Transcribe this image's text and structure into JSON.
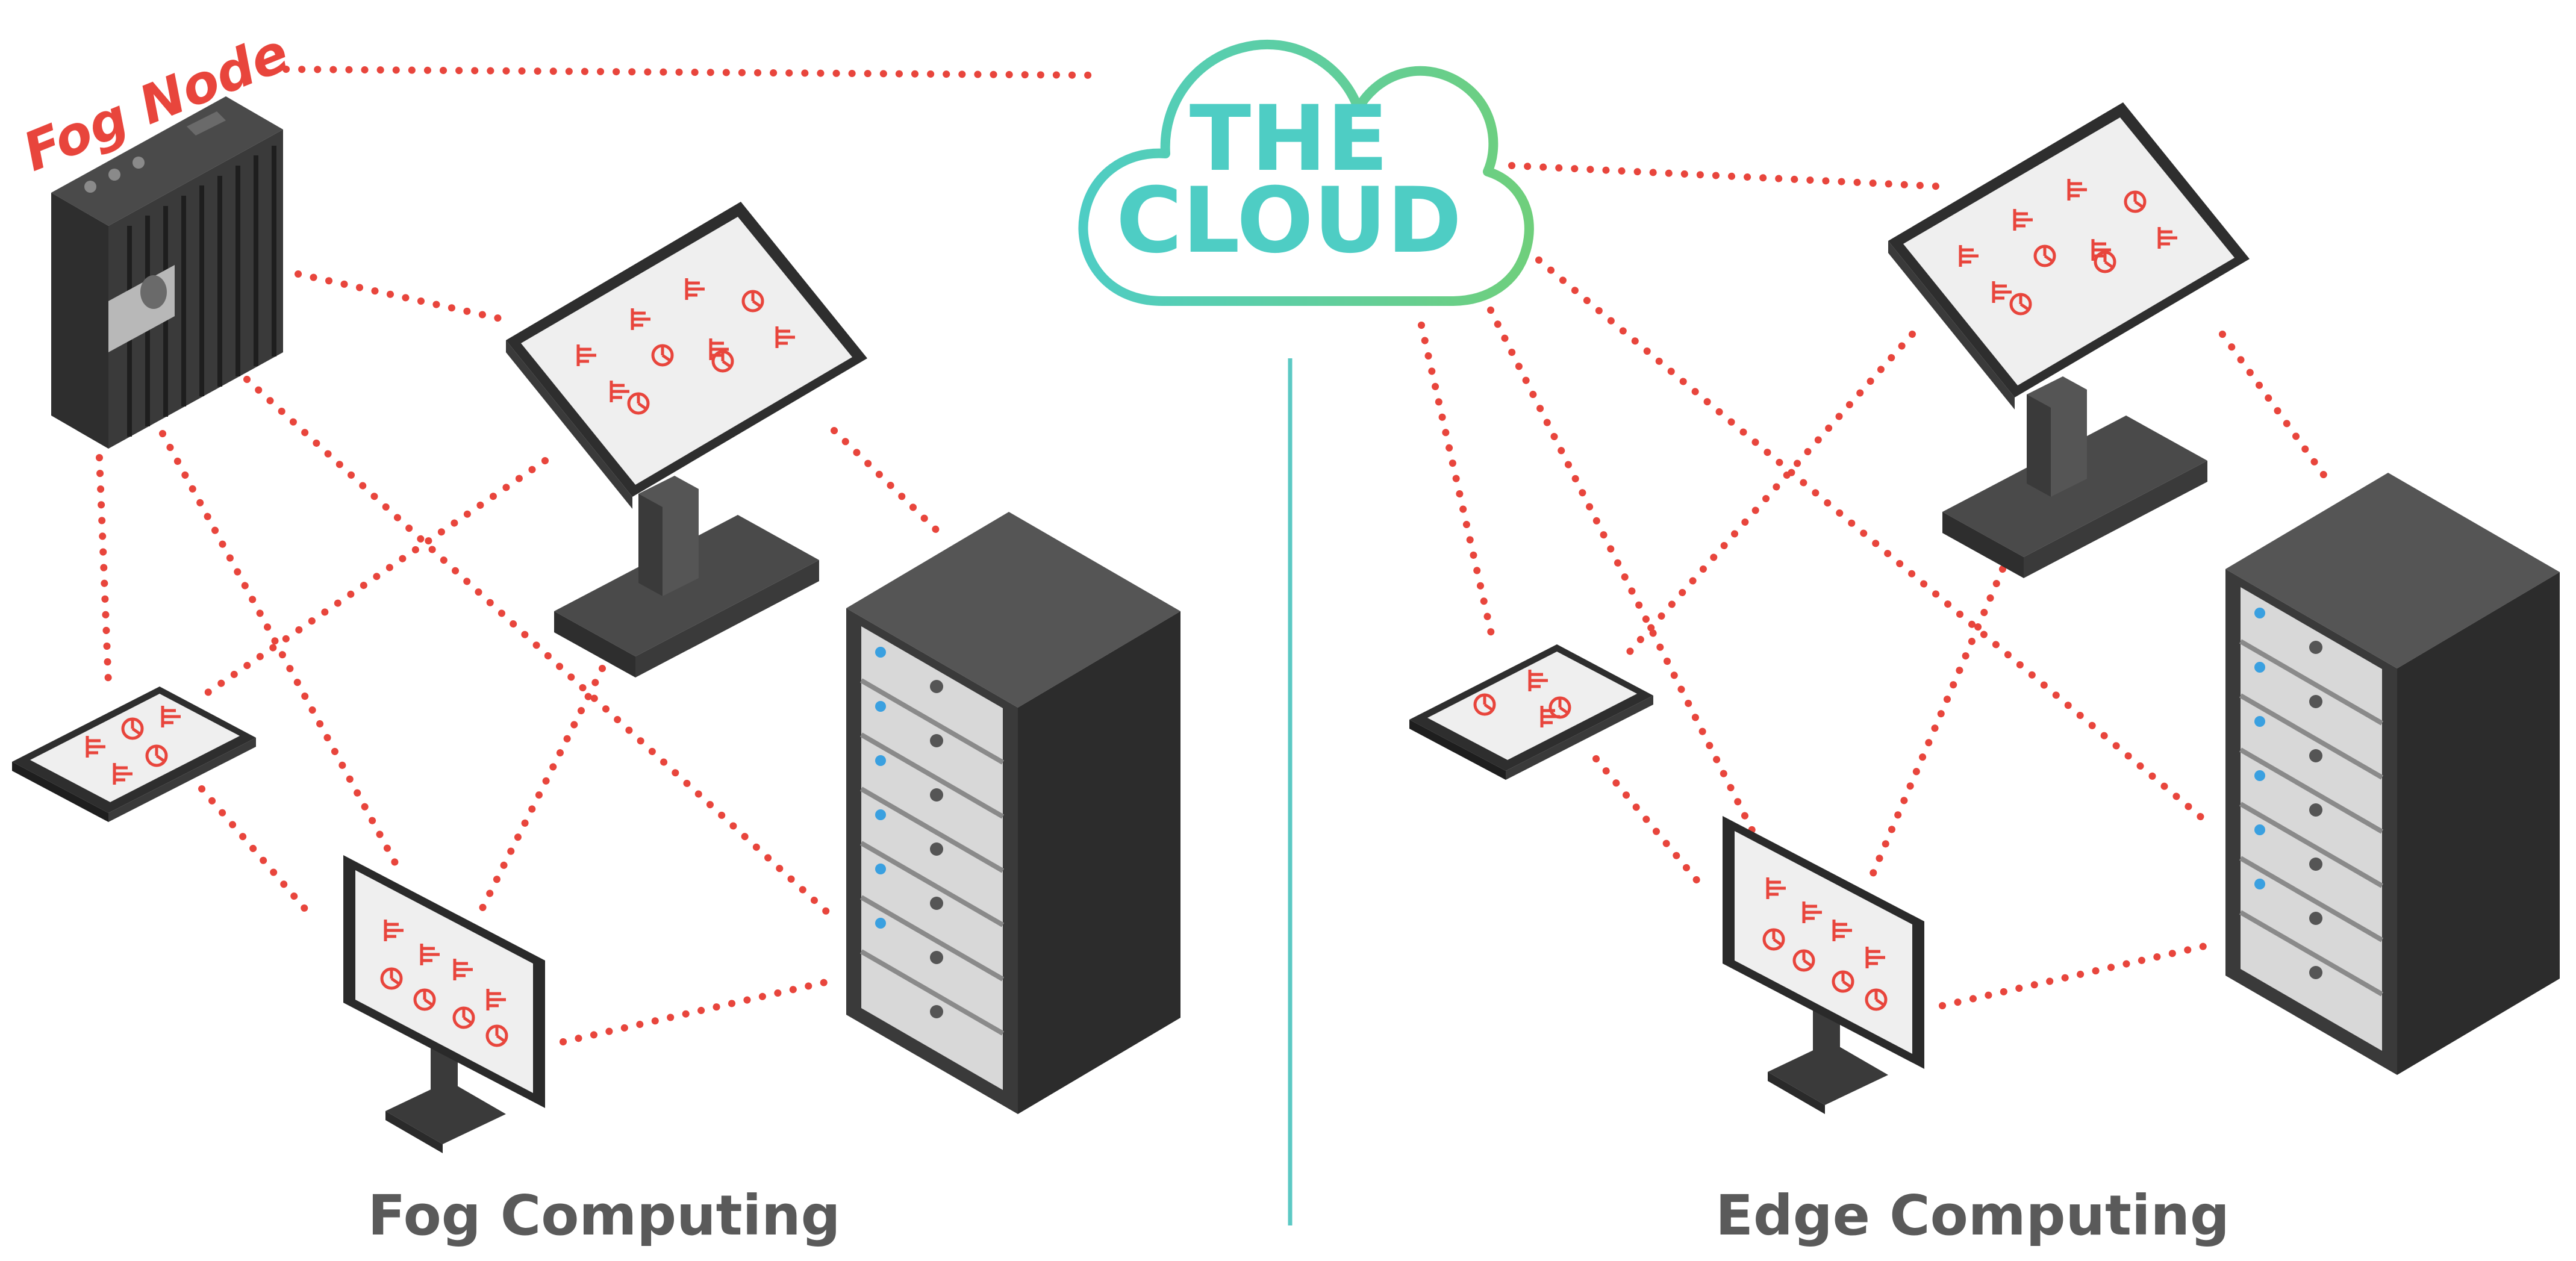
{
  "cloud": {
    "line1": "THE",
    "line2": "CLOUD"
  },
  "fog_node_label": "Fog Node",
  "sections": {
    "left_caption": "Fog Computing",
    "right_caption": "Edge Computing"
  },
  "colors": {
    "link": "#e8453c",
    "cloud_teal": "#4ecdc4",
    "cloud_green": "#6fcf7c",
    "divider": "#5cc9c4",
    "caption": "#5a5a5a",
    "device_dark": "#3a3a3a",
    "device_mid": "#5a5a5a",
    "screen": "#efefef"
  },
  "icons": [
    "cloud-icon",
    "fog-node-icon",
    "kiosk-icon",
    "tablet-icon",
    "monitor-icon",
    "server-rack-icon"
  ]
}
